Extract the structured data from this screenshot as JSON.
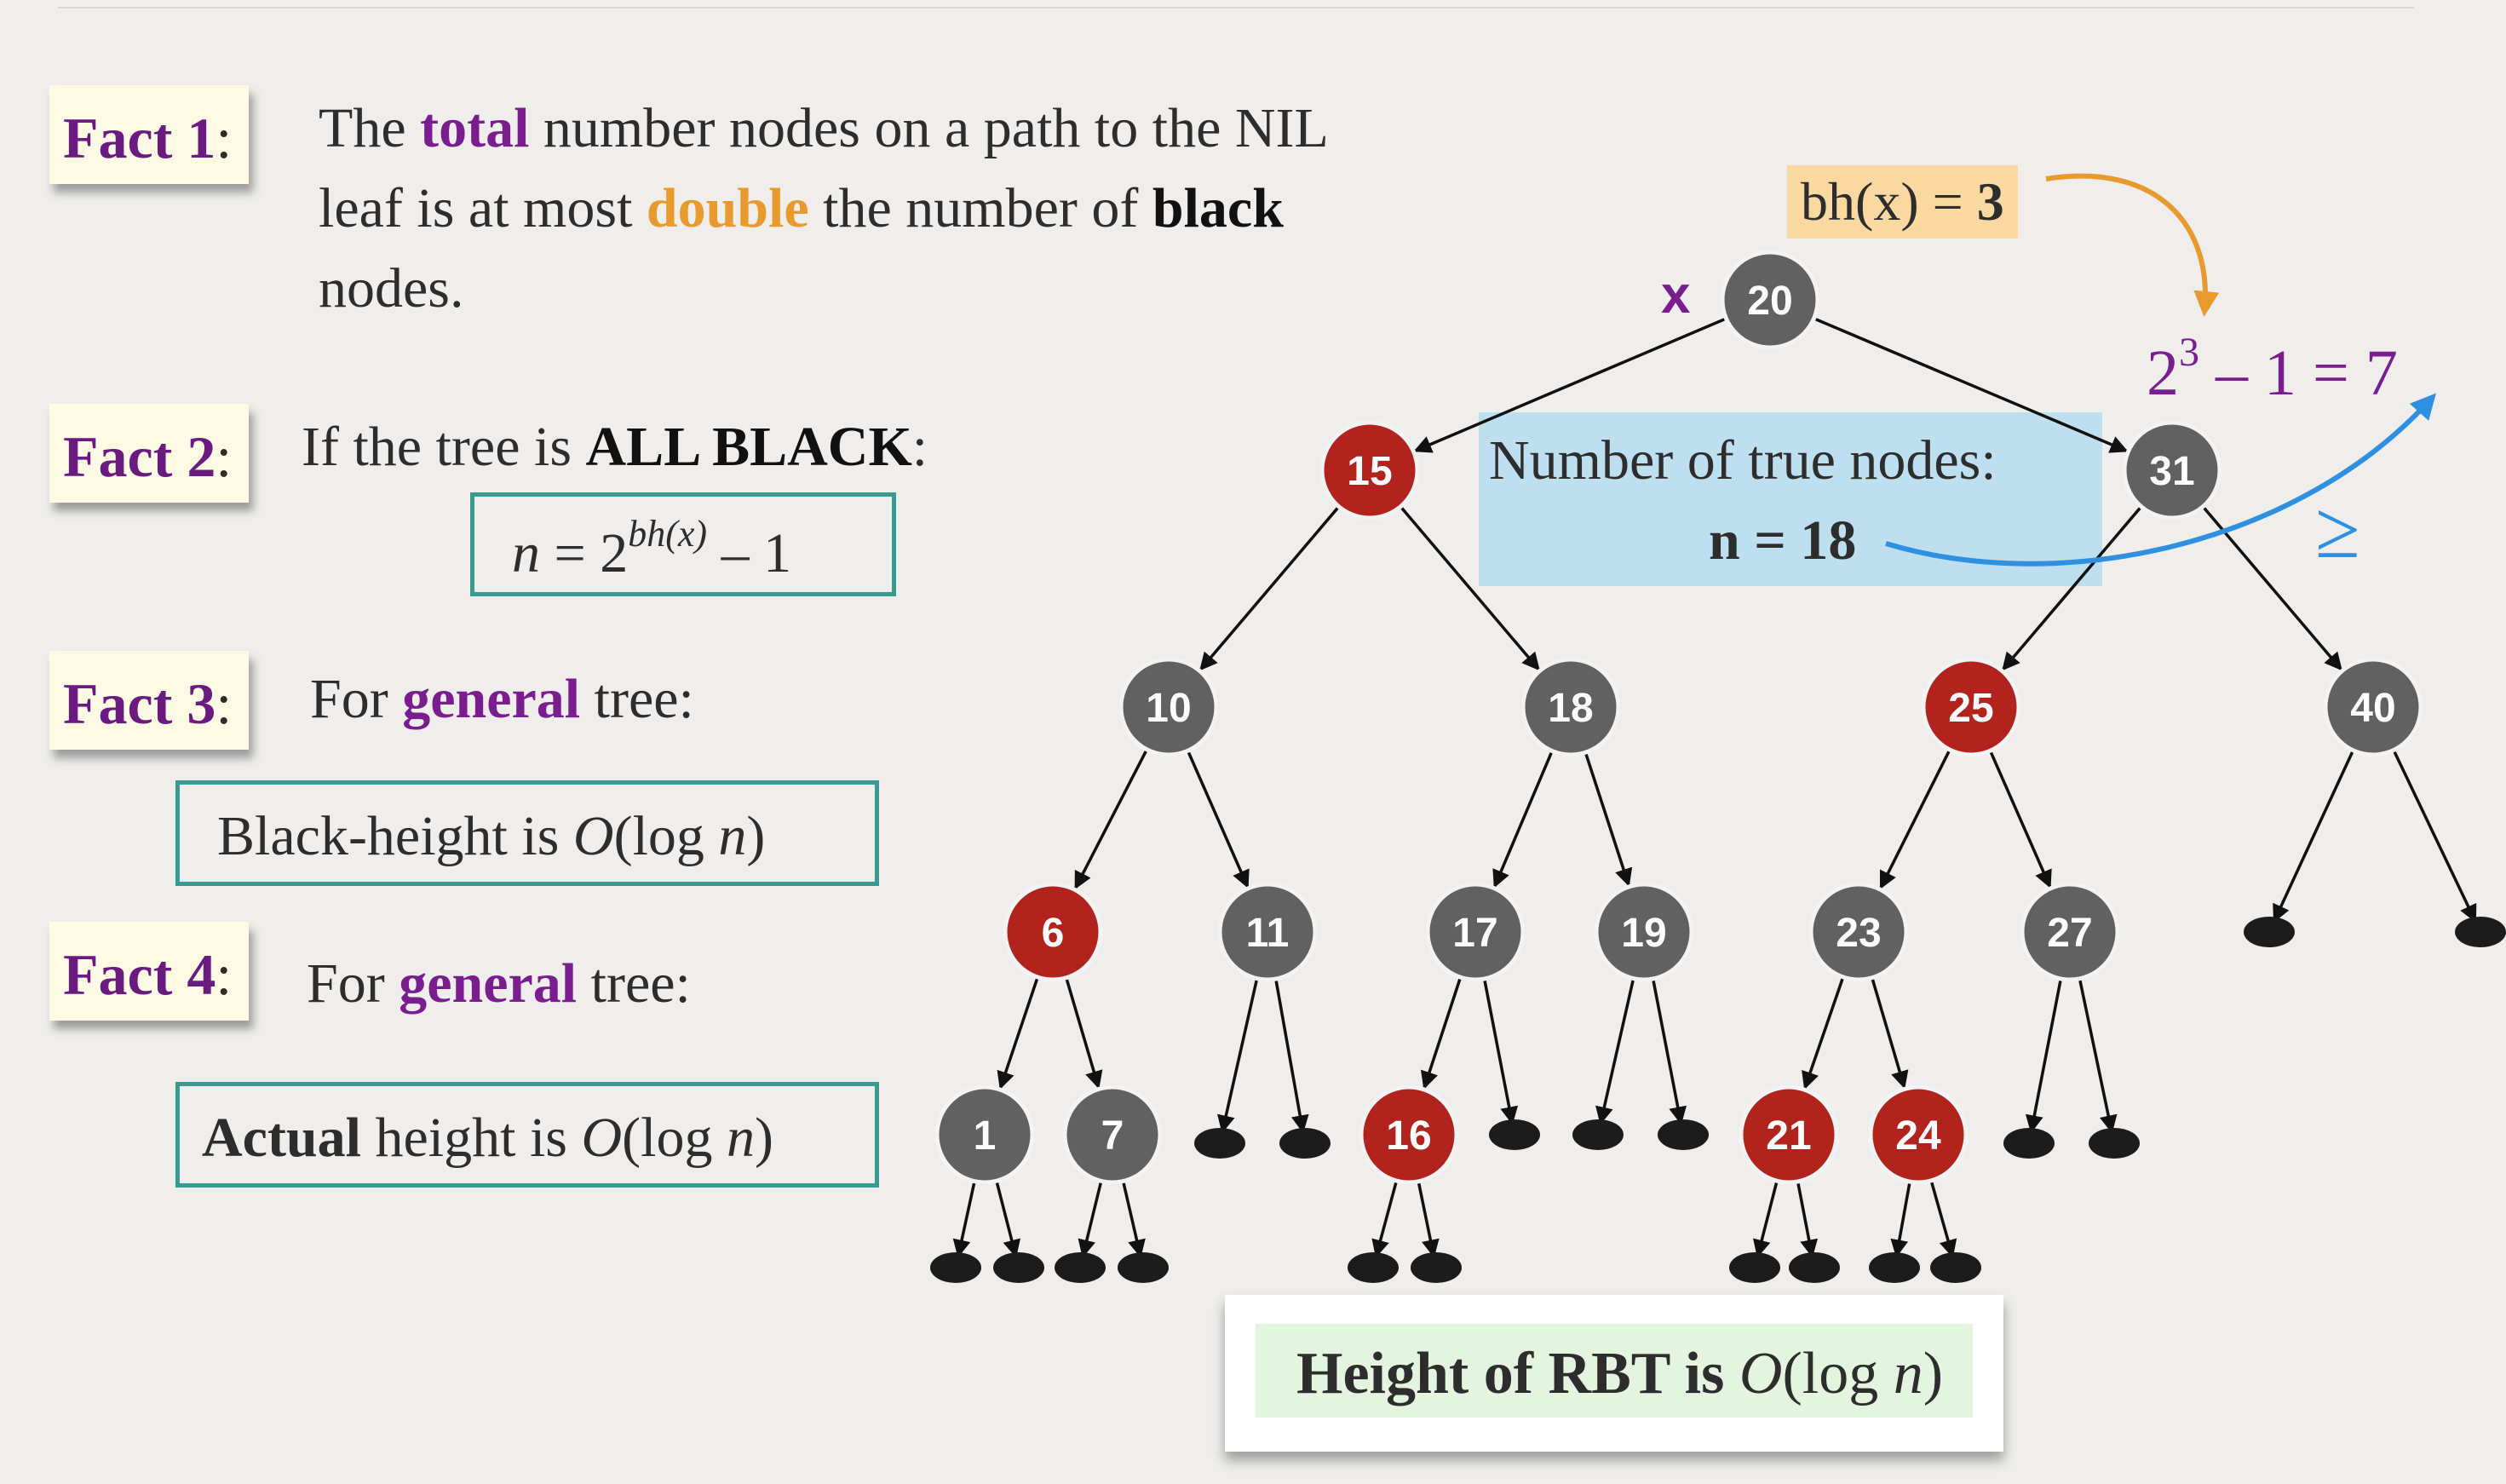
{
  "facts": [
    {
      "tag": "Fact 1",
      "line1": {
        "pre": "The ",
        "em1": "total",
        "mid": " number nodes on a path to the NIL"
      },
      "line2": {
        "pre": "leaf is at most ",
        "em1": "double",
        "mid": " the number of ",
        "em2": "black"
      },
      "line3": "nodes."
    },
    {
      "tag": "Fact 2",
      "text": {
        "pre": "If the tree is ",
        "em": "ALL BLACK",
        "post": ":"
      },
      "formula": {
        "lhs": "n",
        "eq": " = 2",
        "exp": "bh(x)",
        "rest": " – 1"
      }
    },
    {
      "tag": "Fact 3",
      "text": {
        "pre": "For ",
        "em": "general",
        "post": " tree:"
      },
      "box": {
        "pre": "Black-height is ",
        "o": "O",
        "mid": "(log ",
        "n": "n",
        "post": ")"
      }
    },
    {
      "tag": "Fact 4",
      "text": {
        "pre": "For ",
        "em": "general",
        "post": " tree:"
      },
      "box": {
        "bold": "Actual",
        "pre": " height is ",
        "o": "O",
        "mid": "(log ",
        "n": "n",
        "post": ")"
      }
    }
  ],
  "colon": ":",
  "bh_box": {
    "pre": "bh(x) = ",
    "val": "3"
  },
  "sum": {
    "base": "2",
    "exp": "3",
    "rest": " – 1 = 7"
  },
  "x_label": "x",
  "true_nodes": {
    "label": "Number of true nodes:",
    "value": "n = 18"
  },
  "geq": "≥",
  "bottom": {
    "pre": "Height of RBT is ",
    "o": "O",
    "mid": "(log ",
    "n": "n",
    "post": ")"
  },
  "colors": {
    "red_node": "#b2231e",
    "black_node": "#616161",
    "accent_purple": "#7a1e8f",
    "accent_orange": "#e89a2e",
    "accent_blue": "#2f8fe0",
    "box_teal": "#3a9a8f"
  },
  "tree": {
    "nodes": [
      {
        "id": "20",
        "label": "20",
        "color": "black"
      },
      {
        "id": "15",
        "label": "15",
        "color": "red"
      },
      {
        "id": "31",
        "label": "31",
        "color": "black"
      },
      {
        "id": "10",
        "label": "10",
        "color": "black"
      },
      {
        "id": "18",
        "label": "18",
        "color": "black"
      },
      {
        "id": "25",
        "label": "25",
        "color": "red"
      },
      {
        "id": "40",
        "label": "40",
        "color": "black"
      },
      {
        "id": "6",
        "label": "6",
        "color": "red"
      },
      {
        "id": "11",
        "label": "11",
        "color": "black"
      },
      {
        "id": "17",
        "label": "17",
        "color": "black"
      },
      {
        "id": "19",
        "label": "19",
        "color": "black"
      },
      {
        "id": "23",
        "label": "23",
        "color": "black"
      },
      {
        "id": "27",
        "label": "27",
        "color": "black"
      },
      {
        "id": "1",
        "label": "1",
        "color": "black"
      },
      {
        "id": "7",
        "label": "7",
        "color": "black"
      },
      {
        "id": "16",
        "label": "16",
        "color": "red"
      },
      {
        "id": "21",
        "label": "21",
        "color": "red"
      },
      {
        "id": "24",
        "label": "24",
        "color": "red"
      }
    ],
    "edges": [
      [
        "20",
        "15"
      ],
      [
        "20",
        "31"
      ],
      [
        "15",
        "10"
      ],
      [
        "15",
        "18"
      ],
      [
        "31",
        "25"
      ],
      [
        "31",
        "40"
      ],
      [
        "10",
        "6"
      ],
      [
        "10",
        "11"
      ],
      [
        "18",
        "17"
      ],
      [
        "18",
        "19"
      ],
      [
        "25",
        "23"
      ],
      [
        "25",
        "27"
      ],
      [
        "6",
        "1"
      ],
      [
        "6",
        "7"
      ],
      [
        "17",
        "16"
      ],
      [
        "23",
        "21"
      ],
      [
        "23",
        "24"
      ]
    ],
    "nil_children_of": [
      "40",
      "40",
      "11",
      "11",
      "17",
      "19",
      "19",
      "27",
      "27",
      "1",
      "1",
      "7",
      "7",
      "16",
      "16",
      "21",
      "21",
      "24",
      "24"
    ]
  }
}
